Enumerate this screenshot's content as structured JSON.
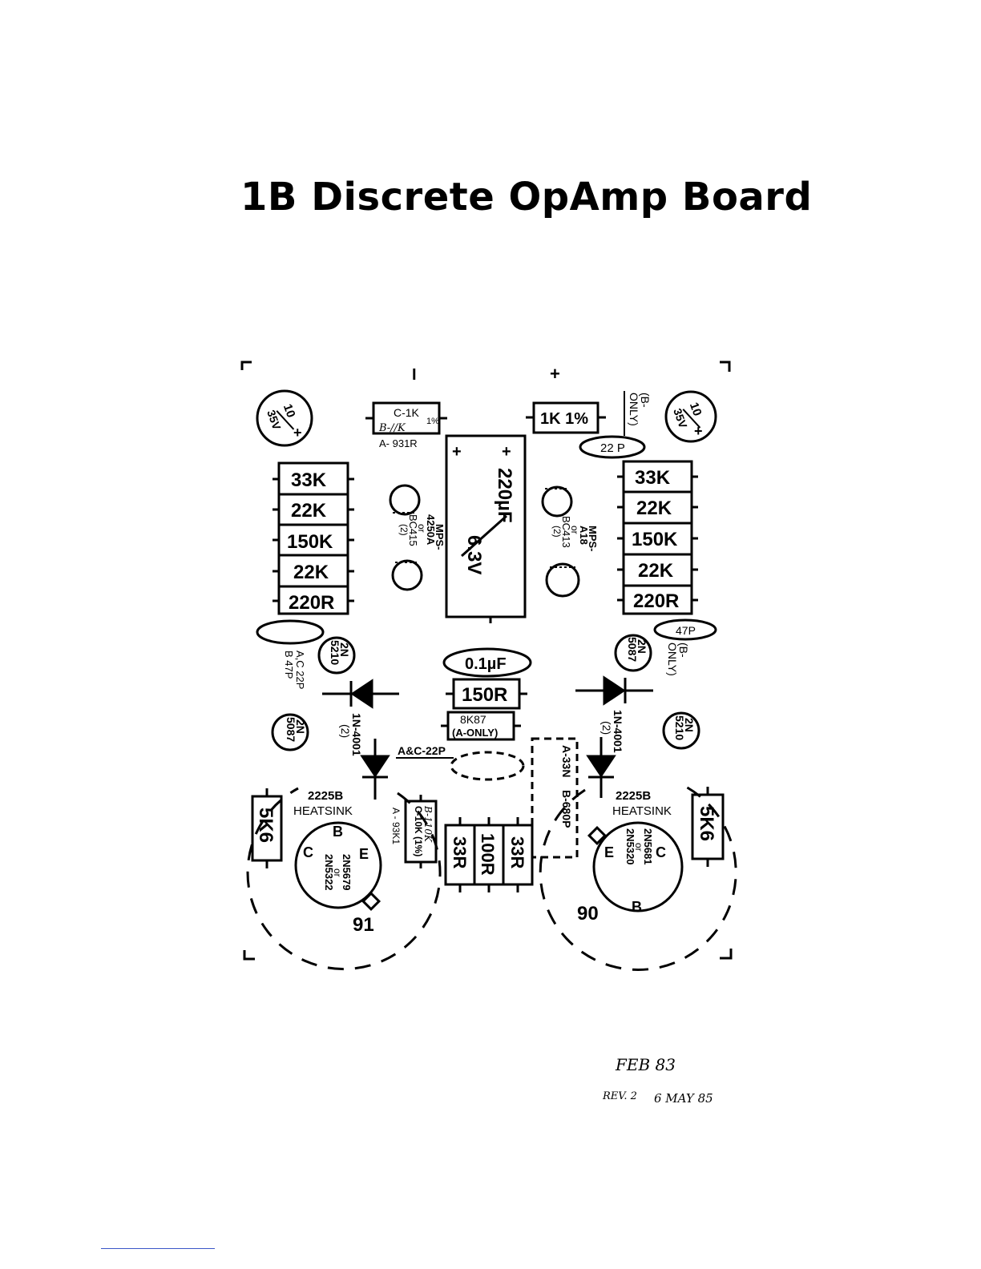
{
  "title": "1B Discrete OpAmp Board",
  "board": {
    "top_marks": {
      "minus": "I",
      "plus": "+"
    },
    "caps_electrolytic": {
      "left": {
        "top": "10",
        "bottom": "35V"
      },
      "right": {
        "top": "10",
        "bottom": "35V"
      }
    },
    "top_resistor_left": {
      "line1": "C-1K",
      "line2": "B-//K",
      "pct": "1%",
      "note": "A- 931R"
    },
    "top_resistor_right": "1K 1%",
    "b_only_top": {
      "line1": "(B-",
      "line2": "ONLY)"
    },
    "cap_22p": "22 P",
    "big_cap": {
      "plus_left": "+",
      "plus_right": "+",
      "value": "220µF",
      "voltage": "6.3V"
    },
    "left_stack": [
      "33K",
      "22K",
      "150K",
      "22K",
      "220R"
    ],
    "right_stack": [
      "33K",
      "22K",
      "150K",
      "22K",
      "220R"
    ],
    "transistor_pair_left": {
      "l1": "MPS-",
      "l2": "4250A",
      "l3": "or",
      "l4": "BC415",
      "l5": "(2)"
    },
    "transistor_pair_right": {
      "l1": "MPS-",
      "l2": "A18",
      "l3": "or",
      "l4": "BC413",
      "l5": "(2)"
    },
    "cap_47p": "47P",
    "b_only_mid": {
      "line1": "(B-",
      "line2": "ONLY)"
    },
    "ac_note": {
      "line1": "A,C 22P",
      "line2": "B 47P"
    },
    "tr_2n5210_left": {
      "l1": "2N",
      "l2": "5210"
    },
    "tr_2n5087_right": {
      "l1": "2N",
      "l2": "5087"
    },
    "tr_2n5087_left": {
      "l1": "2N",
      "l2": "5087"
    },
    "tr_2n5210_right": {
      "l1": "2N",
      "l2": "5210"
    },
    "cap_01": "0.1µF",
    "res_150r": "150R",
    "res_8k87": {
      "line1": "8K87",
      "line2": "(A-ONLY)"
    },
    "diode_left": {
      "l1": "1N-4001",
      "l2": "(2)"
    },
    "diode_right": {
      "l1": "1N-4001",
      "l2": "(2)"
    },
    "ac22p": "A&C-22P",
    "a33n": {
      "line1": "A-33N",
      "line2": "B-680P"
    },
    "heatsink_left": {
      "l1": "2225B",
      "l2": "HEATSINK"
    },
    "heatsink_right": {
      "l1": "2225B",
      "l2": "HEATSINK"
    },
    "res_5k6_left": "5K6",
    "res_5k6_right": "5K6",
    "res_c10k": {
      "line1": "B-110K",
      "line2": "C-10K (1%)",
      "line3": "A - 93K1"
    },
    "bottom_stack": [
      "33R",
      "100R",
      "33R"
    ],
    "power_left": {
      "b": "B",
      "c": "C",
      "e": "E",
      "p1": "2N5679",
      "p2": "or",
      "p3": "2N5322",
      "num": "91"
    },
    "power_right": {
      "b": "B",
      "c": "C",
      "e": "E",
      "p1": "2N5681",
      "p2": "or",
      "p3": "2N5320",
      "num": "90"
    }
  },
  "notes": {
    "date": "FEB 83",
    "rev": "REV. 2",
    "rev_date": "6 MAY 85"
  }
}
